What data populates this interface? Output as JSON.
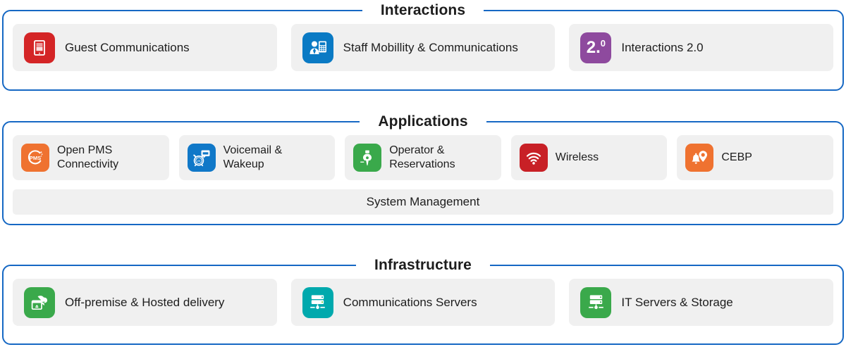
{
  "diagram": {
    "accent_color": "#1668c4",
    "card_bg": "#f0f0f0",
    "sections": [
      {
        "id": "interactions",
        "title": "Interactions",
        "cards": [
          {
            "label": "Guest Communications",
            "icon": "tablet-icon",
            "icon_color": "#d42526"
          },
          {
            "label": "Staff Mobillity & Communications",
            "icon": "person-mobile-icon",
            "icon_color": "#0a7ac4"
          },
          {
            "label": "Interactions 2.0",
            "icon": "two-point-zero-icon",
            "icon_color": "#8e4a9e",
            "icon_text": "2",
            "icon_sup": "0"
          }
        ]
      },
      {
        "id": "applications",
        "title": "Applications",
        "cards": [
          {
            "label": "Open PMS\nConnectivity",
            "icon": "pms-circle-icon",
            "icon_color": "#ef7230"
          },
          {
            "label": "Voicemail &\nWakeup",
            "icon": "alarm-message-icon",
            "icon_color": "#1078c8"
          },
          {
            "label": "Operator &\nReservations",
            "icon": "headset-operator-icon",
            "icon_color": "#3aa94b"
          },
          {
            "label": "Wireless",
            "icon": "wifi-icon",
            "icon_color": "#c82026"
          },
          {
            "label": "CEBP",
            "icon": "bell-location-icon",
            "icon_color": "#ef7230"
          }
        ],
        "footer_bar": "System Management"
      },
      {
        "id": "infrastructure",
        "title": "Infrastructure",
        "cards": [
          {
            "label": "Off-premise & Hosted delivery",
            "icon": "cloud-window-icon",
            "icon_color": "#3aa94b"
          },
          {
            "label": "Communications Servers",
            "icon": "server-rack-icon",
            "icon_color": "#00a9ad"
          },
          {
            "label": "IT Servers & Storage",
            "icon": "server-storage-icon",
            "icon_color": "#3aa94b"
          }
        ]
      }
    ]
  }
}
